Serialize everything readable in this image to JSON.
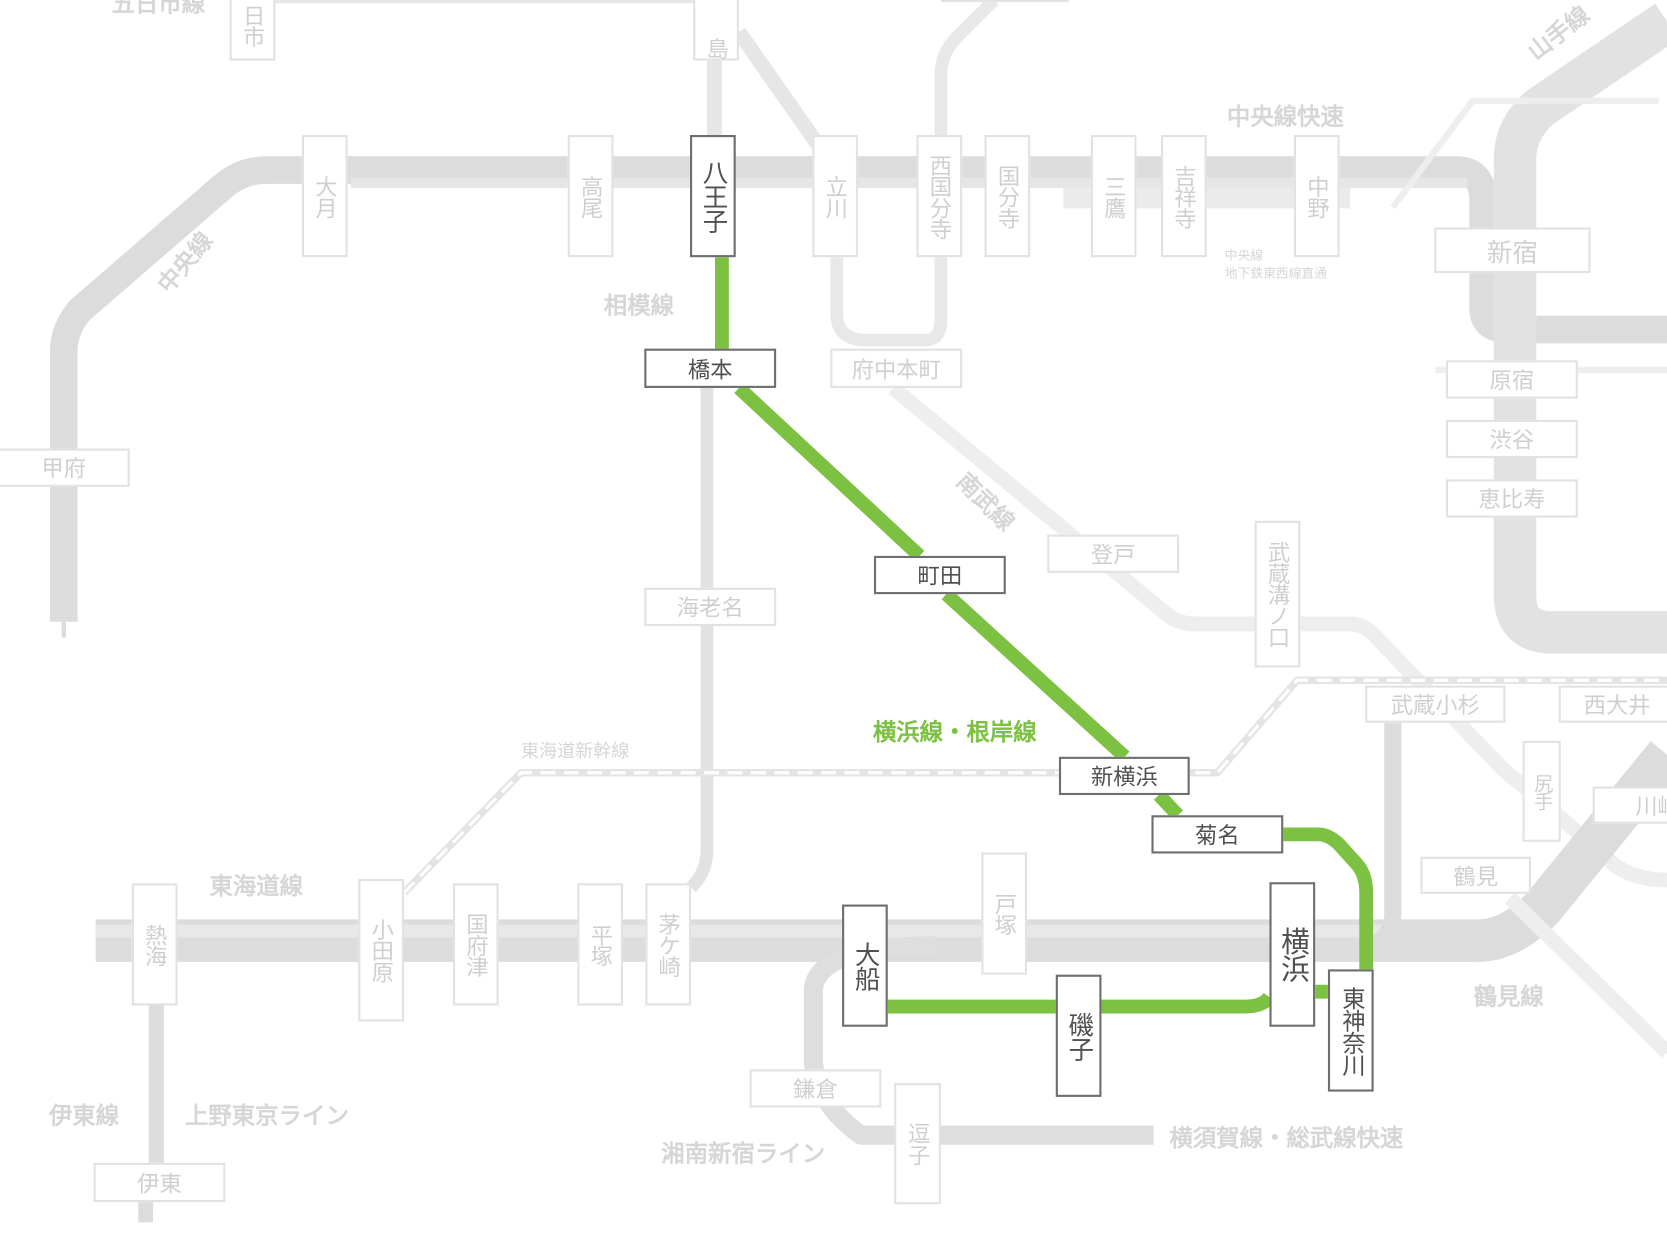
{
  "route": {
    "name": "横浜線・根岸線",
    "color": "#7cc142"
  },
  "line_labels": {
    "itsukaichi": "五日市線",
    "chuo": "中央線",
    "sagami": "相模線",
    "chuo_rapid": "中央線快速",
    "chuo_tozai_1": "中央線",
    "chuo_tozai_2": "地下鉄東西線直通",
    "yamanote": "山手線",
    "nambu": "南武線",
    "shinkansen": "東海道新幹線",
    "tokaido": "東海道線",
    "ito": "伊東線",
    "ueno_tokyo": "上野東京ライン",
    "shonan_shinjuku": "湘南新宿ライン",
    "yokosuka_sobu": "横須賀線・総武線快速",
    "tsurumi": "鶴見線"
  },
  "stations": {
    "itsukaichi": "日市",
    "haijima": "島",
    "otsuki": "大月",
    "takao": "高尾",
    "hachioji": "八王子",
    "tachikawa": "立川",
    "nishikokubunji": "西国分寺",
    "kokubunji": "国分寺",
    "mitaka": "三鷹",
    "kichijoji": "吉祥寺",
    "nakano": "中野",
    "shinjuku": "新宿",
    "harajuku": "原宿",
    "shibuya": "渋谷",
    "ebisu": "恵比寿",
    "kofu": "甲府",
    "hashimoto": "橋本",
    "fuchuhommachi": "府中本町",
    "machida": "町田",
    "noborito": "登戸",
    "ebina": "海老名",
    "musashimizonokuchi": "武蔵溝ノ口",
    "musashikosugi": "武蔵小杉",
    "nishioi": "西大井",
    "shinyokohama": "新横浜",
    "kikuna": "菊名",
    "shitte": "尻手",
    "kawasaki": "川崎",
    "tsurumi": "鶴見",
    "totsuka": "戸塚",
    "atami": "熱海",
    "odawara": "小田原",
    "kozu": "国府津",
    "hiratsuka": "平塚",
    "chigasaki": "茅ケ崎",
    "ofuna": "大船",
    "isogo": "磯子",
    "yokohama": "横浜",
    "higashikanagawa": "東神奈川",
    "kamakura": "鎌倉",
    "zushi": "逗子",
    "ito": "伊東"
  }
}
